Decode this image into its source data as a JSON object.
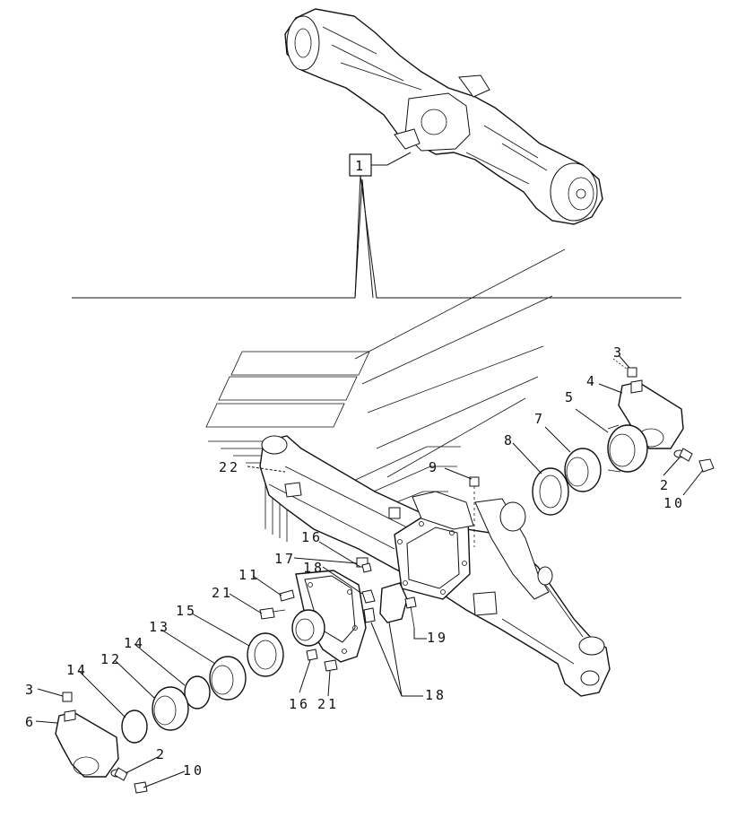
{
  "diagram": {
    "callouts": [
      {
        "id": "c1",
        "text": "1"
      },
      {
        "id": "c22",
        "text": "22"
      },
      {
        "id": "c9",
        "text": "9"
      },
      {
        "id": "c8",
        "text": "8"
      },
      {
        "id": "c7",
        "text": "7"
      },
      {
        "id": "c5",
        "text": "5"
      },
      {
        "id": "c4",
        "text": "4"
      },
      {
        "id": "c3a",
        "text": "3"
      },
      {
        "id": "c2a",
        "text": "2"
      },
      {
        "id": "c10a",
        "text": "10"
      },
      {
        "id": "c16a",
        "text": "16"
      },
      {
        "id": "c17",
        "text": "17"
      },
      {
        "id": "c18a",
        "text": "18"
      },
      {
        "id": "c11",
        "text": "11"
      },
      {
        "id": "c21a",
        "text": "21"
      },
      {
        "id": "c15",
        "text": "15"
      },
      {
        "id": "c13",
        "text": "13"
      },
      {
        "id": "c14a",
        "text": "14"
      },
      {
        "id": "c12",
        "text": "12"
      },
      {
        "id": "c14b",
        "text": "14"
      },
      {
        "id": "c3b",
        "text": "3"
      },
      {
        "id": "c6",
        "text": "6"
      },
      {
        "id": "c2b",
        "text": "2"
      },
      {
        "id": "c10b",
        "text": "10"
      },
      {
        "id": "c16b",
        "text": "16"
      },
      {
        "id": "c21b",
        "text": "21"
      },
      {
        "id": "c18b",
        "text": "18"
      },
      {
        "id": "c19",
        "text": "19"
      }
    ]
  }
}
